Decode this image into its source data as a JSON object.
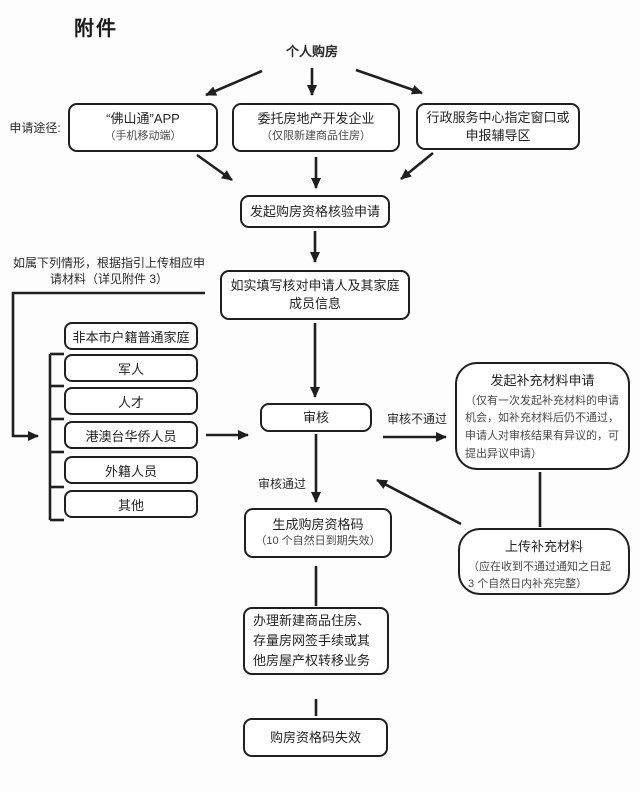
{
  "document": {
    "title": "附件"
  },
  "labels": {
    "channel": "申请途径:",
    "start": "个人购房",
    "upload_note": "如属下列情形，根据指引上传相应申\n请材料（详见附件 3）",
    "review_fail": "审核不通过",
    "review_pass": "审核通过"
  },
  "nodes": {
    "app": {
      "title": "“佛山通”APP",
      "note": "（手机移动端）"
    },
    "developer": {
      "title": "委托房地产开发企业",
      "note": "（仅限新建商品住房）"
    },
    "service_center": {
      "title": "行政服务中心指定窗口或申报辅导区"
    },
    "initiate": {
      "title": "发起购房资格核验申请"
    },
    "fill_info": {
      "title": "如实填写核对申请人及其家庭成员信息"
    },
    "review": {
      "title": "审核"
    },
    "supplement_request": {
      "title": "发起补充材料申请",
      "note": "（仅有一次发起补充材料的申请机会，如补充材料后仍不通过，申请人对审核结果有异议的，可提出异议申请）"
    },
    "upload_supplement": {
      "title": "上传补充材料",
      "note": "（应在收到不通过通知之日起 3 个自然日内补充完整）"
    },
    "qualification_code": {
      "title": "生成购房资格码",
      "note": "（10 个自然日到期失效）"
    },
    "transfer": {
      "title": "办理新建商品住房、存量房网签手续或其他房屋产权转移业务"
    },
    "code_expired": {
      "title": "购房资格码失效"
    }
  },
  "applicant_types": [
    "非本市户籍普通家庭",
    "军人",
    "人才",
    "港澳台华侨人员",
    "外籍人员",
    "其他"
  ]
}
